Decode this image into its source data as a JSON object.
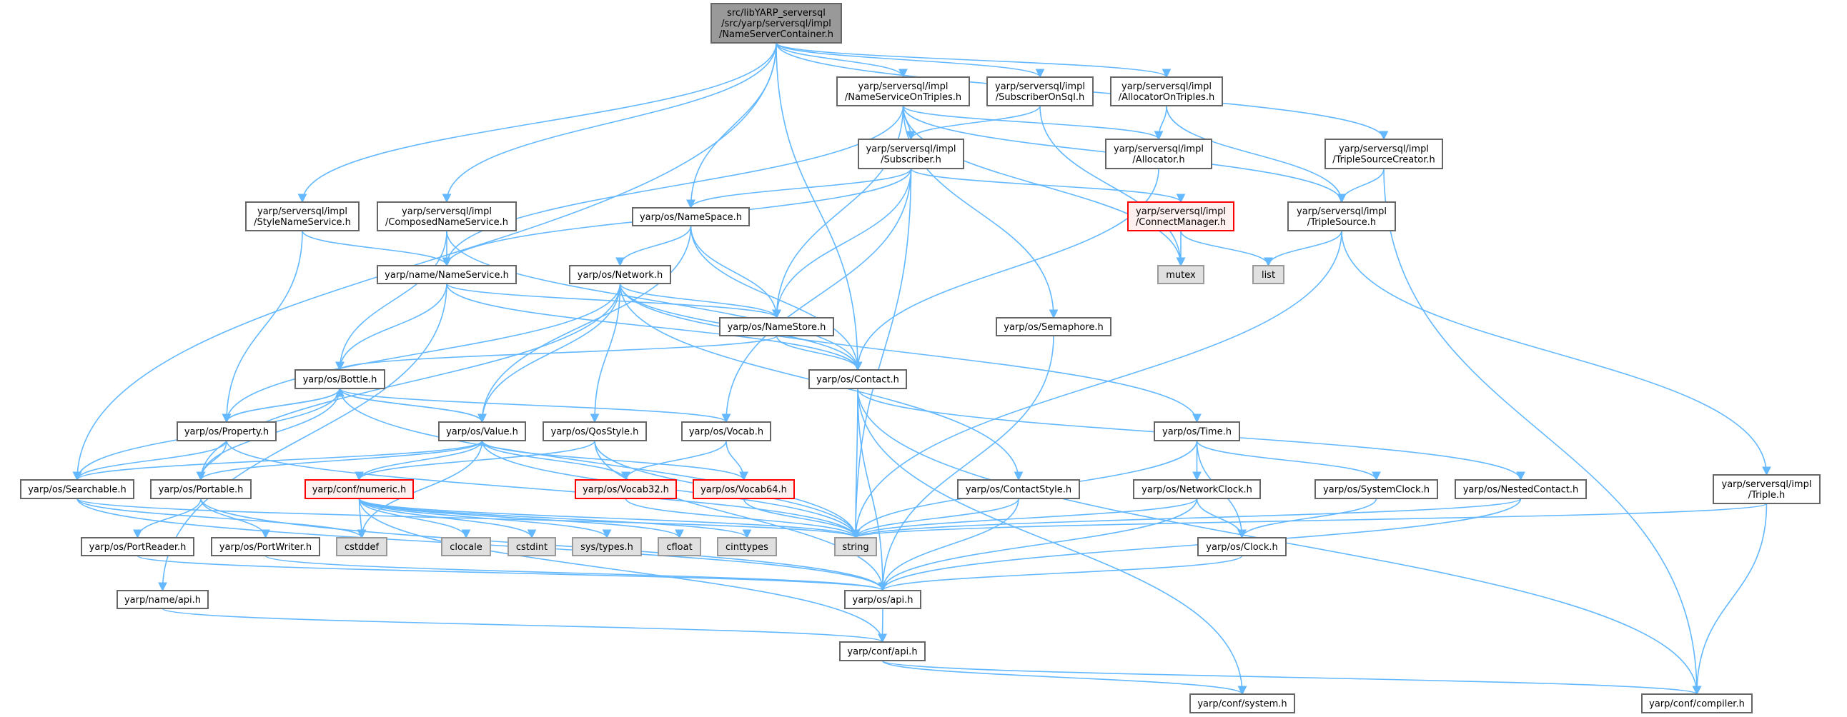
{
  "title": "src/libYARP_serversql/src/yarp/serversql/impl/NameServerContainer.h include dependency graph",
  "colors": {
    "edge": "#63b8ff",
    "root_fill": "#999999",
    "system_fill": "#e0e0e0",
    "incomplete_border": "#ff0000",
    "incomplete_fill": "#fff0f0"
  },
  "nodes": {
    "root": {
      "lines": [
        "src/libYARP_serversql",
        "/src/yarp/serversql/impl",
        "/NameServerContainer.h"
      ],
      "kind": "root"
    },
    "nsot": {
      "lines": [
        "yarp/serversql/impl",
        "/NameServiceOnTriples.h"
      ],
      "kind": "normal"
    },
    "subsql": {
      "lines": [
        "yarp/serversql/impl",
        "/SubscriberOnSql.h"
      ],
      "kind": "normal"
    },
    "alloctrip": {
      "lines": [
        "yarp/serversql/impl",
        "/AllocatorOnTriples.h"
      ],
      "kind": "normal"
    },
    "subscriber": {
      "lines": [
        "yarp/serversql/impl",
        "/Subscriber.h"
      ],
      "kind": "normal"
    },
    "allocator": {
      "lines": [
        "yarp/serversql/impl",
        "/Allocator.h"
      ],
      "kind": "normal"
    },
    "tscreator": {
      "lines": [
        "yarp/serversql/impl",
        "/TripleSourceCreator.h"
      ],
      "kind": "normal"
    },
    "stylens": {
      "lines": [
        "yarp/serversql/impl",
        "/StyleNameService.h"
      ],
      "kind": "normal"
    },
    "composedns": {
      "lines": [
        "yarp/serversql/impl",
        "/ComposedNameService.h"
      ],
      "kind": "normal"
    },
    "namespace": {
      "lines": [
        "yarp/os/NameSpace.h"
      ],
      "kind": "normal"
    },
    "connmgr": {
      "lines": [
        "yarp/serversql/impl",
        "/ConnectManager.h"
      ],
      "kind": "red"
    },
    "triplesource": {
      "lines": [
        "yarp/serversql/impl",
        "/TripleSource.h"
      ],
      "kind": "normal"
    },
    "nameservice": {
      "lines": [
        "yarp/name/NameService.h"
      ],
      "kind": "normal"
    },
    "network": {
      "lines": [
        "yarp/os/Network.h"
      ],
      "kind": "normal"
    },
    "mutex": {
      "lines": [
        "mutex"
      ],
      "kind": "sys"
    },
    "list": {
      "lines": [
        "list"
      ],
      "kind": "sys"
    },
    "namestore": {
      "lines": [
        "yarp/os/NameStore.h"
      ],
      "kind": "normal"
    },
    "semaphore": {
      "lines": [
        "yarp/os/Semaphore.h"
      ],
      "kind": "normal"
    },
    "bottle": {
      "lines": [
        "yarp/os/Bottle.h"
      ],
      "kind": "normal"
    },
    "contact": {
      "lines": [
        "yarp/os/Contact.h"
      ],
      "kind": "normal"
    },
    "property": {
      "lines": [
        "yarp/os/Property.h"
      ],
      "kind": "normal"
    },
    "value": {
      "lines": [
        "yarp/os/Value.h"
      ],
      "kind": "normal"
    },
    "qosstyle": {
      "lines": [
        "yarp/os/QosStyle.h"
      ],
      "kind": "normal"
    },
    "vocab": {
      "lines": [
        "yarp/os/Vocab.h"
      ],
      "kind": "normal"
    },
    "time": {
      "lines": [
        "yarp/os/Time.h"
      ],
      "kind": "normal"
    },
    "searchable": {
      "lines": [
        "yarp/os/Searchable.h"
      ],
      "kind": "normal"
    },
    "portable": {
      "lines": [
        "yarp/os/Portable.h"
      ],
      "kind": "normal"
    },
    "numeric": {
      "lines": [
        "yarp/conf/numeric.h"
      ],
      "kind": "red"
    },
    "vocab32": {
      "lines": [
        "yarp/os/Vocab32.h"
      ],
      "kind": "red"
    },
    "vocab64": {
      "lines": [
        "yarp/os/Vocab64.h"
      ],
      "kind": "red"
    },
    "contactstyle": {
      "lines": [
        "yarp/os/ContactStyle.h"
      ],
      "kind": "normal"
    },
    "networkclock": {
      "lines": [
        "yarp/os/NetworkClock.h"
      ],
      "kind": "normal"
    },
    "systemclock": {
      "lines": [
        "yarp/os/SystemClock.h"
      ],
      "kind": "normal"
    },
    "nestedcontact": {
      "lines": [
        "yarp/os/NestedContact.h"
      ],
      "kind": "normal"
    },
    "triple": {
      "lines": [
        "yarp/serversql/impl",
        "/Triple.h"
      ],
      "kind": "normal"
    },
    "portreader": {
      "lines": [
        "yarp/os/PortReader.h"
      ],
      "kind": "normal"
    },
    "portwriter": {
      "lines": [
        "yarp/os/PortWriter.h"
      ],
      "kind": "normal"
    },
    "cstddef": {
      "lines": [
        "cstddef"
      ],
      "kind": "sys"
    },
    "clocale": {
      "lines": [
        "clocale"
      ],
      "kind": "sys"
    },
    "cstdint": {
      "lines": [
        "cstdint"
      ],
      "kind": "sys"
    },
    "systypes": {
      "lines": [
        "sys/types.h"
      ],
      "kind": "sys"
    },
    "cfloat": {
      "lines": [
        "cfloat"
      ],
      "kind": "sys"
    },
    "cinttypes": {
      "lines": [
        "cinttypes"
      ],
      "kind": "sys"
    },
    "string": {
      "lines": [
        "string"
      ],
      "kind": "sys"
    },
    "clock": {
      "lines": [
        "yarp/os/Clock.h"
      ],
      "kind": "normal"
    },
    "nameapi": {
      "lines": [
        "yarp/name/api.h"
      ],
      "kind": "normal"
    },
    "osapi": {
      "lines": [
        "yarp/os/api.h"
      ],
      "kind": "normal"
    },
    "confapi": {
      "lines": [
        "yarp/conf/api.h"
      ],
      "kind": "normal"
    },
    "confsystem": {
      "lines": [
        "yarp/conf/system.h"
      ],
      "kind": "normal"
    },
    "confcompiler": {
      "lines": [
        "yarp/conf/compiler.h"
      ],
      "kind": "normal"
    }
  },
  "edges": [
    [
      "root",
      "searchable"
    ],
    [
      "root",
      "stylens"
    ],
    [
      "root",
      "composedns"
    ],
    [
      "root",
      "namespace"
    ],
    [
      "root",
      "contact"
    ],
    [
      "root",
      "nsot"
    ],
    [
      "root",
      "subsql"
    ],
    [
      "root",
      "alloctrip"
    ],
    [
      "root",
      "tscreator"
    ],
    [
      "nsot",
      "nameservice"
    ],
    [
      "nsot",
      "namestore"
    ],
    [
      "nsot",
      "subscriber"
    ],
    [
      "nsot",
      "allocator"
    ],
    [
      "nsot",
      "mutex"
    ],
    [
      "nsot",
      "triplesource"
    ],
    [
      "nsot",
      "semaphore"
    ],
    [
      "subsql",
      "subscriber"
    ],
    [
      "subsql",
      "mutex"
    ],
    [
      "alloctrip",
      "allocator"
    ],
    [
      "alloctrip",
      "triplesource"
    ],
    [
      "allocator",
      "contact"
    ],
    [
      "tscreator",
      "triplesource"
    ],
    [
      "tscreator",
      "confcompiler"
    ],
    [
      "subscriber",
      "nameservice"
    ],
    [
      "subscriber",
      "namespace"
    ],
    [
      "subscriber",
      "namestore"
    ],
    [
      "subscriber",
      "connmgr"
    ],
    [
      "subscriber",
      "vocab"
    ],
    [
      "subscriber",
      "string"
    ],
    [
      "connmgr",
      "mutex"
    ],
    [
      "connmgr",
      "list"
    ],
    [
      "triplesource",
      "list"
    ],
    [
      "triplesource",
      "triple"
    ],
    [
      "triplesource",
      "string"
    ],
    [
      "stylens",
      "nameservice"
    ],
    [
      "stylens",
      "property"
    ],
    [
      "composedns",
      "nameservice"
    ],
    [
      "composedns",
      "bottle"
    ],
    [
      "composedns",
      "contact"
    ],
    [
      "namespace",
      "network"
    ],
    [
      "namespace",
      "namestore"
    ],
    [
      "namespace",
      "value"
    ],
    [
      "namespace",
      "contact"
    ],
    [
      "nameservice",
      "namestore"
    ],
    [
      "nameservice",
      "contact"
    ],
    [
      "nameservice",
      "bottle"
    ],
    [
      "nameservice",
      "nameapi"
    ],
    [
      "network",
      "namestore"
    ],
    [
      "network",
      "contact"
    ],
    [
      "network",
      "value"
    ],
    [
      "network",
      "property"
    ],
    [
      "network",
      "portable"
    ],
    [
      "network",
      "qosstyle"
    ],
    [
      "network",
      "contactstyle"
    ],
    [
      "network",
      "time"
    ],
    [
      "namestore",
      "bottle"
    ],
    [
      "namestore",
      "contact"
    ],
    [
      "contact",
      "string"
    ],
    [
      "contact",
      "osapi"
    ],
    [
      "contact",
      "nestedcontact"
    ],
    [
      "contact",
      "confcompiler"
    ],
    [
      "contact",
      "confsystem"
    ],
    [
      "semaphore",
      "osapi"
    ],
    [
      "bottle",
      "property"
    ],
    [
      "bottle",
      "value"
    ],
    [
      "bottle",
      "portable"
    ],
    [
      "bottle",
      "searchable"
    ],
    [
      "bottle",
      "vocab"
    ],
    [
      "bottle",
      "string"
    ],
    [
      "property",
      "bottle"
    ],
    [
      "property",
      "searchable"
    ],
    [
      "property",
      "portable"
    ],
    [
      "property",
      "string"
    ],
    [
      "value",
      "bottle"
    ],
    [
      "value",
      "searchable"
    ],
    [
      "value",
      "portable"
    ],
    [
      "value",
      "numeric"
    ],
    [
      "value",
      "vocab32"
    ],
    [
      "value",
      "vocab64"
    ],
    [
      "value",
      "string"
    ],
    [
      "value",
      "cstddef"
    ],
    [
      "qosstyle",
      "numeric"
    ],
    [
      "qosstyle",
      "string"
    ],
    [
      "qosstyle",
      "osapi"
    ],
    [
      "vocab",
      "vocab32"
    ],
    [
      "vocab",
      "vocab64"
    ],
    [
      "vocab32",
      "string"
    ],
    [
      "vocab64",
      "string"
    ],
    [
      "searchable",
      "cstddef"
    ],
    [
      "searchable",
      "osapi"
    ],
    [
      "searchable",
      "string"
    ],
    [
      "portable",
      "portreader"
    ],
    [
      "portable",
      "portwriter"
    ],
    [
      "portable",
      "osapi"
    ],
    [
      "numeric",
      "cstddef"
    ],
    [
      "numeric",
      "clocale"
    ],
    [
      "numeric",
      "cstdint"
    ],
    [
      "numeric",
      "systypes"
    ],
    [
      "numeric",
      "cfloat"
    ],
    [
      "numeric",
      "cinttypes"
    ],
    [
      "numeric",
      "string"
    ],
    [
      "numeric",
      "confapi"
    ],
    [
      "portreader",
      "osapi"
    ],
    [
      "portwriter",
      "osapi"
    ],
    [
      "nameapi",
      "confapi"
    ],
    [
      "osapi",
      "confapi"
    ],
    [
      "confapi",
      "confsystem"
    ],
    [
      "confapi",
      "confcompiler"
    ],
    [
      "time",
      "networkclock"
    ],
    [
      "time",
      "systemclock"
    ],
    [
      "time",
      "clock"
    ],
    [
      "time",
      "string"
    ],
    [
      "networkclock",
      "clock"
    ],
    [
      "networkclock",
      "string"
    ],
    [
      "networkclock",
      "osapi"
    ],
    [
      "systemclock",
      "clock"
    ],
    [
      "nestedcontact",
      "string"
    ],
    [
      "nestedcontact",
      "osapi"
    ],
    [
      "contactstyle",
      "string"
    ],
    [
      "contactstyle",
      "osapi"
    ],
    [
      "clock",
      "osapi"
    ],
    [
      "triple",
      "string"
    ],
    [
      "triple",
      "confcompiler"
    ]
  ]
}
